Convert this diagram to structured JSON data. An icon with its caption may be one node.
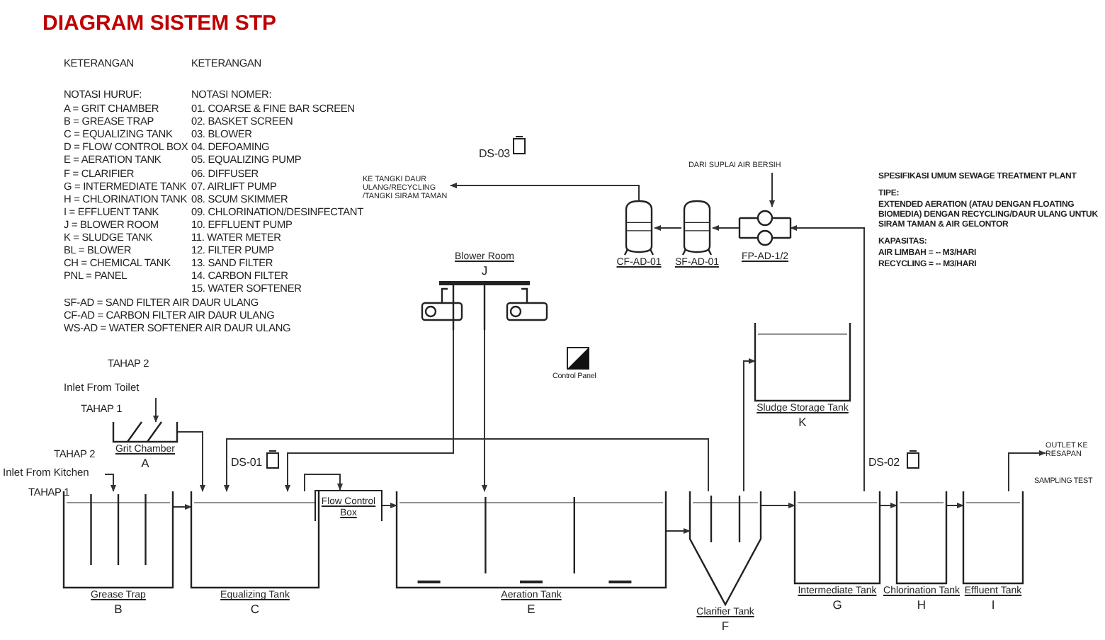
{
  "diagram": {
    "title": "DIAGRAM SISTEM STP",
    "nodes": [
      {
        "text": [
          "Inlet From Toilet"
        ]
      },
      {
        "text": [
          "Inlet From Kitchen"
        ]
      },
      {
        "text": [
          "Grit Chamber",
          "A"
        ]
      },
      {
        "text": [
          "Grease Trap",
          "B"
        ]
      },
      {
        "text": [
          "Equalizing Tank",
          "C"
        ]
      },
      {
        "text": [
          "Flow Control Box"
        ]
      },
      {
        "text": [
          "Aeration Tank",
          "E"
        ]
      },
      {
        "text": [
          "Clarifier Tank",
          "F"
        ]
      },
      {
        "text": [
          "Intermediate Tank",
          "G"
        ]
      },
      {
        "text": [
          "Chlorination Tank",
          "H"
        ]
      },
      {
        "text": [
          "Effluent Tank",
          "I"
        ]
      },
      {
        "text": [
          "Sludge Storage Tank",
          "K"
        ]
      },
      {
        "text": [
          "Blower Room",
          "J"
        ]
      },
      {
        "text": [
          "CF-AD-01"
        ]
      },
      {
        "text": [
          "SF-AD-01"
        ]
      },
      {
        "text": [
          "FP-AD-1/2"
        ]
      },
      {
        "text": [
          "KE TANGKI DAUR ULANG/RECYCLING /TANGKI SIRAM TAMAN"
        ]
      },
      {
        "text": [
          "DARI SUPLAI AIR BERSIH"
        ]
      },
      {
        "text": [
          "OUTLET KE RESAPAN"
        ]
      }
    ],
    "edges": [
      {
        "from": 0,
        "to": 2,
        "arrow": "to"
      },
      {
        "from": 1,
        "to": 3,
        "arrow": "to"
      },
      {
        "from": 2,
        "to": 4,
        "arrow": "to"
      },
      {
        "from": 3,
        "to": 4,
        "arrow": "to"
      },
      {
        "from": 4,
        "to": 5,
        "arrow": "to"
      },
      {
        "from": 5,
        "to": 6,
        "arrow": "to"
      },
      {
        "from": 6,
        "to": 7,
        "arrow": "to"
      },
      {
        "from": 7,
        "to": 8,
        "arrow": "to"
      },
      {
        "from": 8,
        "to": 9,
        "arrow": "to"
      },
      {
        "from": 9,
        "to": 10,
        "arrow": "to"
      },
      {
        "from": 7,
        "to": 11,
        "arrow": "to"
      },
      {
        "from": 12,
        "to": 6,
        "arrow": "to"
      },
      {
        "from": 12,
        "to": 4,
        "arrow": "to"
      },
      {
        "from": 8,
        "to": 15,
        "arrow": "to"
      },
      {
        "from": 15,
        "to": 14,
        "arrow": "to"
      },
      {
        "from": 14,
        "to": 13,
        "arrow": "to"
      },
      {
        "from": 13,
        "to": 16,
        "arrow": "to"
      },
      {
        "from": 17,
        "to": 15,
        "arrow": "to"
      },
      {
        "from": 10,
        "to": 18,
        "arrow": "to"
      },
      {
        "from": 7,
        "to": 4,
        "arrow": "to"
      }
    ],
    "labels": [
      "KETERANGAN",
      "NOTASI HURUF:",
      "A = GRIT CHAMBER",
      "B = GREASE TRAP",
      "C = EQUALIZING TANK",
      "D = FLOW CONTROL BOX",
      "E = AERATION TANK",
      "F = CLARIFIER",
      "G = INTERMEDIATE TANK",
      "H = CHLORINATION TANK",
      "I = EFFLUENT TANK",
      "J = BLOWER ROOM",
      "K = SLUDGE TANK",
      "BL = BLOWER",
      "CH = CHEMICAL TANK",
      "PNL = PANEL",
      "KETERANGAN",
      "NOTASI NOMER:",
      "01. COARSE & FINE BAR SCREEN",
      "02. BASKET SCREEN",
      "03. BLOWER",
      "04. DEFOAMING",
      "05. EQUALIZING PUMP",
      "06. DIFFUSER",
      "07. AIRLIFT PUMP",
      "08. SCUM SKIMMER",
      "09. CHLORINATION/DESINFECTANT",
      "10. EFFLUENT PUMP",
      "11. WATER METER",
      "12. FILTER PUMP",
      "13. SAND FILTER",
      "14. CARBON FILTER",
      "15. WATER SOFTENER",
      "SF-AD = SAND FILTER AIR DAUR ULANG",
      "CF-AD = CARBON FILTER AIR DAUR ULANG",
      "WS-AD = WATER SOFTENER AIR DAUR ULANG",
      "SPESIFIKASI UMUM SEWAGE TREATMENT PLANT",
      "TIPE:",
      "EXTENDED AERATION (ATAU DENGAN FLOATING BIOMEDIA) DENGAN RECYCLING/DAUR ULANG UNTUK SIRAM TAMAN & AIR GELONTOR",
      "KAPASITAS:",
      "AIR LIMBAH = -- M3/HARI",
      "RECYCLING = -- M3/HARI",
      "TAHAP 2",
      "TAHAP 1",
      "TAHAP 2",
      "TAHAP 1",
      "DS-03",
      "DS-01",
      "DS-02",
      "Control Panel",
      "SAMPLING TEST"
    ]
  }
}
